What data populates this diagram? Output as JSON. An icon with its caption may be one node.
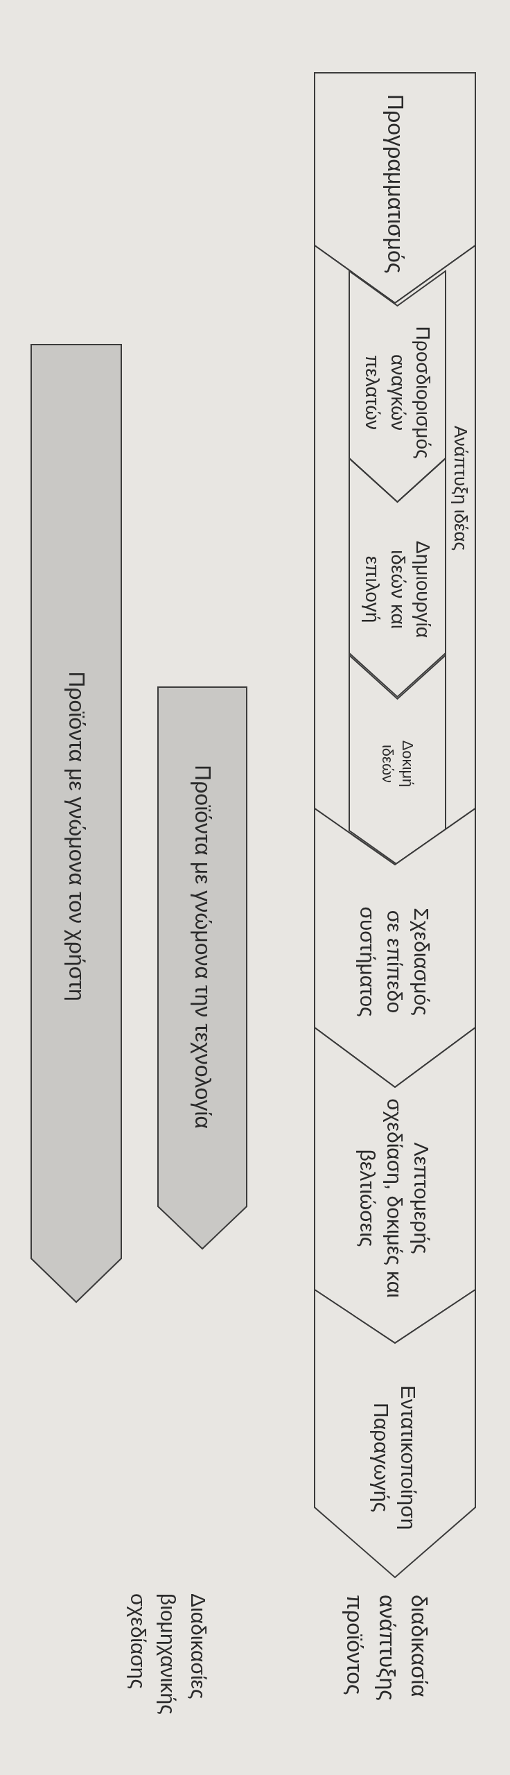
{
  "diagram": {
    "nodes": [
      {
        "text": [
          "Προγραμματισμός"
        ]
      },
      {
        "text": [
          "Ανάπτυξη ιδέας"
        ]
      },
      {
        "text": [
          "Προσδιορισμός αναγκών πελατών"
        ],
        "in": 1
      },
      {
        "text": [
          "Δημιουργία ιδεών και επιλογή"
        ],
        "in": 1
      },
      {
        "text": [
          "Δοκιμή ιδεών"
        ],
        "in": 1
      },
      {
        "text": [
          "Σχεδιασμός σε επίπεδο συστήματος"
        ]
      },
      {
        "text": [
          "Λεπτομερής σχεδίαση, δοκιμές και βελτιώσεις"
        ]
      },
      {
        "text": [
          "Εντατικοποίηση Παραγωγής"
        ]
      },
      {
        "text": [
          "Προϊόντα με γνώμονα την τεχνολογία"
        ]
      },
      {
        "text": [
          "Προϊόντα με γνώμονα τον χρήστη"
        ]
      }
    ],
    "labels": [
      "διαδικασία ανάπτυξης προϊόντος",
      "Διαδικασίες βιομηχανικής σχεδίασης"
    ]
  }
}
